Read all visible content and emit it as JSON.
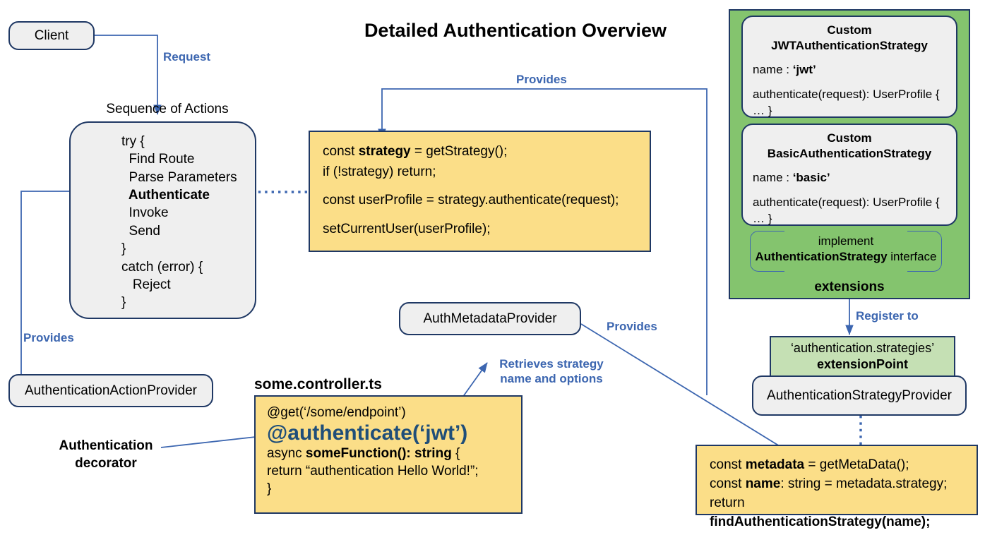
{
  "title": "Detailed Authentication Overview",
  "colors": {
    "node_fill": "#EFEFEF",
    "node_border": "#1F3864",
    "code_fill": "#FBDE88",
    "green_panel": "#84C46E",
    "green_chip": "#C5E0B4",
    "edge": "#3C66B0",
    "decorator_blue": "#1F4E79"
  },
  "nodes": {
    "client": "Client",
    "sequence_caption": "Sequence of Actions",
    "sequence_lines": [
      "try {",
      "  Find Route",
      "  Parse Parameters",
      "  Authenticate",
      "  Invoke",
      "  Send",
      "}",
      "catch (error) {",
      "   Reject",
      "}"
    ],
    "action_provider": "AuthenticationActionProvider",
    "metadata_provider": "AuthMetadataProvider",
    "strategy_provider": "AuthenticationStrategyProvider",
    "extension_point_line1": "‘authentication.strategies’",
    "extension_point_line2": "extensionPoint",
    "decorator_note_line1": "Authentication",
    "decorator_note_line2": "decorator"
  },
  "code_blocks": {
    "authenticate_action": [
      {
        "pre": "const ",
        "bold": "strategy",
        "post": " = getStrategy();"
      },
      {
        "pre": "if (!strategy) return;",
        "bold": "",
        "post": ""
      },
      {
        "pre": "",
        "bold": "",
        "post": ""
      },
      {
        "pre": "const userProfile = strategy.authenticate(request);",
        "bold": "",
        "post": ""
      },
      {
        "pre": "",
        "bold": "",
        "post": ""
      },
      {
        "pre": "setCurrentUser(userProfile);",
        "bold": "",
        "post": ""
      }
    ],
    "controller_title": "some.controller.ts",
    "controller": {
      "decorator_get": "@get(‘/some/endpoint’)",
      "decorator_auth": "@authenticate(‘jwt’)",
      "fn_prefix": "async ",
      "fn_name": "someFunction(): string",
      "fn_suffix": " {",
      "body": "   return “authentication Hello World!”;",
      "close": "}"
    },
    "find_strategy": [
      {
        "pre": "const ",
        "bold": "metadata",
        "post": " = getMetaData();"
      },
      {
        "pre": "const ",
        "bold": "name",
        "post": ": string = metadata.strategy;"
      },
      {
        "pre": "return ",
        "bold": "findAuthenticationStrategy(name);",
        "post": ""
      }
    ]
  },
  "extensions": {
    "panel_label": "extensions",
    "strategies": [
      {
        "header_line1": "Custom",
        "header_line2": "JWTAuthenticationStrategy",
        "name_label": "name : ",
        "name_value": "‘jwt’",
        "method": "authenticate(request): UserProfile { … }"
      },
      {
        "header_line1": "Custom",
        "header_line2": "BasicAuthenticationStrategy",
        "name_label": "name : ",
        "name_value": "‘basic’",
        "method": "authenticate(request): UserProfile { … }"
      }
    ],
    "implement_pre": "implement",
    "implement_bold": "AuthenticationStrategy",
    "implement_post": " interface"
  },
  "edge_labels": {
    "request": "Request",
    "provides_top": "Provides",
    "provides_left": "Provides",
    "provides_metadata": "Provides",
    "register_to": "Register to",
    "retrieves_line1": "Retrieves strategy",
    "retrieves_bold": "name",
    "retrieves_line2": " and options"
  }
}
